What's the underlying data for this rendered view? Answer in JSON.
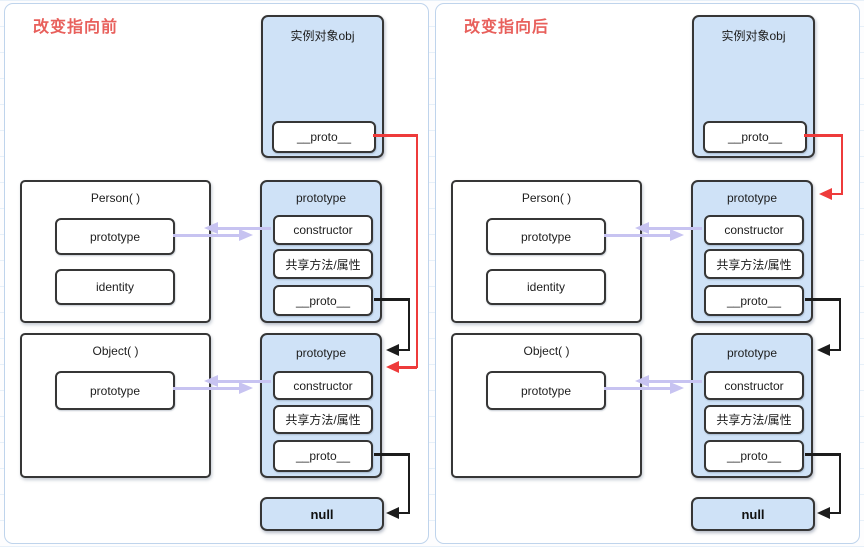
{
  "colors": {
    "title_red": "#e8605c",
    "arrow_red": "#ee3b3b",
    "box_fill_blue": "#cfe2f7",
    "link_purple": "#c7c3f1",
    "line_black": "#1c1c1c",
    "panel_border_blue": "#bfd4ec"
  },
  "panels": [
    {
      "title": "改变指向前",
      "instance_object": {
        "label": "实例对象obj",
        "fields": [
          "__proto__"
        ]
      },
      "person": {
        "label": "Person( )",
        "fields": [
          "prototype",
          "identity"
        ]
      },
      "person_prototype": {
        "label": "prototype",
        "fields": [
          "constructor",
          "共享方法/属性",
          "__proto__"
        ]
      },
      "object": {
        "label": "Object( )",
        "fields": [
          "prototype"
        ]
      },
      "object_prototype": {
        "label": "prototype",
        "fields": [
          "constructor",
          "共享方法/属性",
          "__proto__"
        ]
      },
      "terminal": {
        "label": "null"
      }
    },
    {
      "title": "改变指向后",
      "instance_object": {
        "label": "实例对象obj",
        "fields": [
          "__proto__"
        ]
      },
      "person": {
        "label": "Person( )",
        "fields": [
          "prototype",
          "identity"
        ]
      },
      "person_prototype": {
        "label": "prototype",
        "fields": [
          "constructor",
          "共享方法/属性",
          "__proto__"
        ]
      },
      "object": {
        "label": "Object( )",
        "fields": [
          "prototype"
        ]
      },
      "object_prototype": {
        "label": "prototype",
        "fields": [
          "constructor",
          "共享方法/属性",
          "__proto__"
        ]
      },
      "terminal": {
        "label": "null"
      }
    }
  ]
}
